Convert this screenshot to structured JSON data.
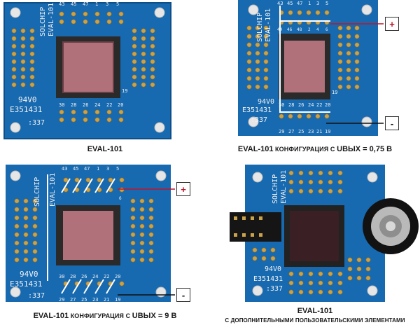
{
  "panels": [
    {
      "caption": "EVAL-101",
      "board": {
        "brand_text": "SOLCHIP",
        "model_text": "EVAL-101",
        "code_text": "94V0",
        "serial_text": "E351431",
        "stamp_text": ":337",
        "top_pins": [
          "43",
          "45",
          "47",
          "1",
          "3",
          "5"
        ],
        "side_pins": [
          "19"
        ],
        "mid_pins": [
          "30",
          "28",
          "26",
          "24",
          "22",
          "20"
        ],
        "bottom_pins": []
      }
    },
    {
      "caption_prefix": "EVAL-101",
      "caption_middle": " КОНФИГУРАЦИЯ С ",
      "caption_suffix": "UВЫХ = 0,75 В",
      "plus_label": "+",
      "minus_label": "-",
      "board": {
        "brand_text": "SOLCHIP",
        "model_text": "EVAL-101",
        "code_text": "94V0",
        "serial_text": "E351431",
        "stamp_text": ":337",
        "top_pins": [
          "43",
          "45",
          "47",
          "1",
          "3",
          "5"
        ],
        "sub_top_pins": [
          "44",
          "46",
          "48",
          "2",
          "4",
          "6"
        ],
        "side_pins": [
          "19"
        ],
        "mid_pins": [
          "30",
          "28",
          "26",
          "24",
          "22",
          "20"
        ],
        "bottom_pins": [
          "29",
          "27",
          "25",
          "23",
          "21",
          "19"
        ]
      }
    },
    {
      "caption_prefix": "EVAL-101",
      "caption_middle": " КОНФИГУРАЦИЯ С ",
      "caption_suffix": "UВЫХ = 9 В",
      "plus_label": "+",
      "minus_label": "-",
      "board": {
        "brand_text": "SOLCHIP",
        "model_text": "EVAL-101",
        "code_text": "94V0",
        "serial_text": "E351431",
        "stamp_text": ":337",
        "top_pins": [
          "43",
          "45",
          "47",
          "1",
          "3",
          "5"
        ],
        "sub_top_pins": [
          "6"
        ],
        "mid_pins": [
          "30",
          "28",
          "26",
          "24",
          "22",
          "20"
        ],
        "bottom_pins": [
          "29",
          "27",
          "25",
          "23",
          "21",
          "19"
        ]
      }
    },
    {
      "caption_line1": "EVAL-101",
      "caption_line2": "С ДОПОЛНИТЕЛЬНЫМИ ПОЛЬЗОВАТЕЛЬСКИМИ ЭЛЕМЕНТАМИ",
      "board": {
        "brand_text": "SOLCHIP",
        "model_text": "EVAL-101",
        "code_text": "94V0",
        "serial_text": "E351431",
        "stamp_text": ":337"
      }
    }
  ]
}
